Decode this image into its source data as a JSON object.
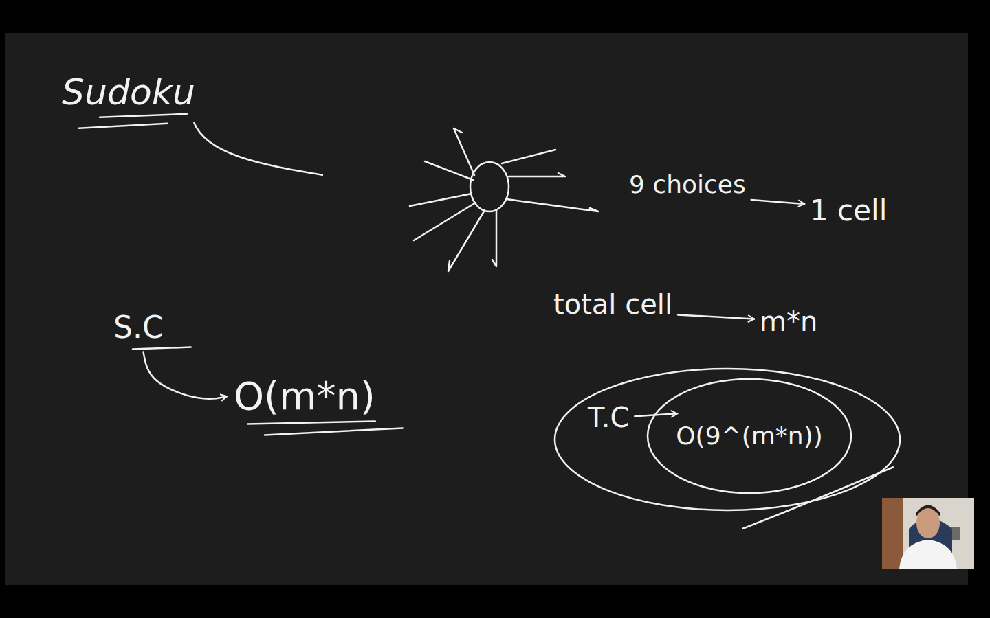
{
  "diagram": {
    "title": "Sudoku",
    "nodes": [
      {
        "text": [
          "T.C"
        ]
      },
      {
        "text": [
          "O(9^(m*n))"
        ],
        "in": 0
      }
    ],
    "labels": [
      "9 choices",
      "1 cell",
      "total cell",
      "m*n",
      "S.C",
      "O(m*n)"
    ]
  }
}
